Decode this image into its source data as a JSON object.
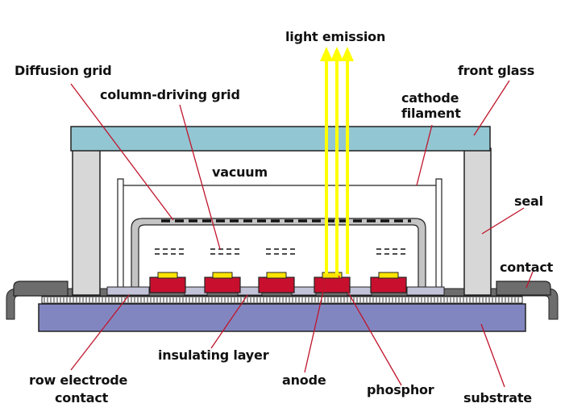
{
  "labels": {
    "light_emission": "light emission",
    "diffusion_grid": "Diffusion grid",
    "front_glass": "front glass",
    "column_driving_grid": "column-driving grid",
    "cathode_filament_line1": "cathode",
    "cathode_filament_line2": "filament",
    "vacuum": "vacuum",
    "seal": "seal",
    "contact": "contact",
    "insulating_layer": "insulating layer",
    "row_electrode_contact_line1": "row electrode",
    "row_electrode_contact_line2": "contact",
    "anode": "anode",
    "phosphor": "phosphor",
    "substrate": "substrate"
  },
  "colors": {
    "front_glass": "#92c6d2",
    "seal": "#d7d7d7",
    "substrate": "#8286c0",
    "anode": "#c8102e",
    "phosphor": "#ffe300",
    "light_beam": "#ffff00",
    "leader_line": "#c0142b",
    "electrode_strip": "#c2c2d8",
    "outline": "#222222"
  }
}
